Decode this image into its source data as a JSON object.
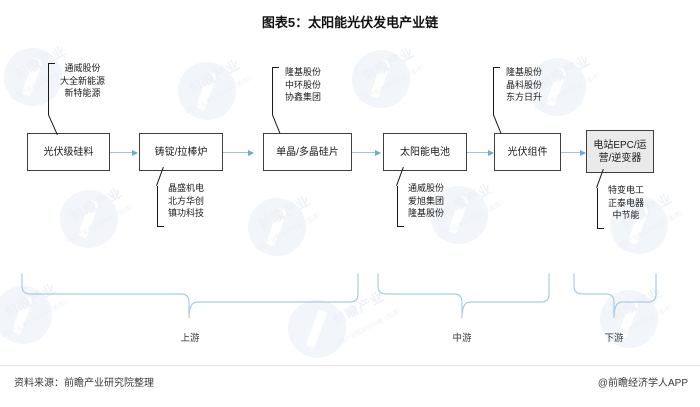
{
  "chart_data": {
    "type": "diagram",
    "title": "图表5：太阳能光伏发电产业链",
    "diagram_kind": "value-chain-flow",
    "nodes": [
      {
        "id": "n1",
        "label": "光伏级硅料",
        "suppliers": [
          "通威股份",
          "大全新能源",
          "新特能源"
        ],
        "callout_side": "top",
        "stage": "上游"
      },
      {
        "id": "n2",
        "label": "铸锭/拉棒炉",
        "suppliers": [
          "晶盛机电",
          "北方华创",
          "镇功科技"
        ],
        "callout_side": "bottom",
        "stage": "上游"
      },
      {
        "id": "n3",
        "label": "单晶/多晶硅片",
        "suppliers": [
          "隆基股份",
          "中环股份",
          "协鑫集团"
        ],
        "callout_side": "top",
        "stage": "上游"
      },
      {
        "id": "n4",
        "label": "太阳能电池",
        "suppliers": [
          "通威股份",
          "爱旭集团",
          "隆基股份"
        ],
        "callout_side": "bottom",
        "stage": "中游"
      },
      {
        "id": "n5",
        "label": "光伏组件",
        "suppliers": [
          "隆基股份",
          "晶科股份",
          "东方日升"
        ],
        "callout_side": "top",
        "stage": "中游"
      },
      {
        "id": "n6",
        "label": "电站EPC/运营/逆变器",
        "suppliers": [
          "特变电工",
          "正泰电器",
          "中节能"
        ],
        "callout_side": "bottom",
        "stage": "下游"
      }
    ],
    "stages": [
      {
        "label": "上游",
        "covers": [
          "光伏级硅料",
          "铸锭/拉棒炉",
          "单晶/多晶硅片"
        ]
      },
      {
        "label": "中游",
        "covers": [
          "太阳能电池",
          "光伏组件"
        ]
      },
      {
        "label": "下游",
        "covers": [
          "电站EPC/运营/逆变器"
        ]
      }
    ],
    "flow": [
      "光伏级硅料",
      "铸锭/拉棒炉",
      "单晶/多晶硅片",
      "太阳能电池",
      "光伏组件",
      "电站EPC/运营/逆变器"
    ],
    "colors": {
      "arrow": "#9dc3e6",
      "box_border": "#3f3f3f",
      "bracket": "#9dc3e6",
      "shaded_box": "#eaeaea",
      "title": "#111111"
    }
  },
  "header": {
    "title": "图表5：太阳能光伏发电产业链"
  },
  "nodes": {
    "n1": {
      "label": "光伏级硅料",
      "s1": "通威股份",
      "s2": "大全新能源",
      "s3": "新特能源"
    },
    "n2": {
      "label": "铸锭/拉棒炉",
      "s1": "晶盛机电",
      "s2": "北方华创",
      "s3": "镇功科技"
    },
    "n3": {
      "label": "单晶/多晶硅片",
      "s1": "隆基股份",
      "s2": "中环股份",
      "s3": "协鑫集团"
    },
    "n4": {
      "label": "太阳能电池",
      "s1": "通威股份",
      "s2": "爱旭集团",
      "s3": "隆基股份"
    },
    "n5": {
      "label": "光伏组件",
      "s1": "隆基股份",
      "s2": "晶科股份",
      "s3": "东方日升"
    },
    "n6": {
      "label": "电站EPC/运营/逆变器",
      "line1": "电站EPC/运",
      "line2": "营/逆变器",
      "s1": "特变电工",
      "s2": "正泰电器",
      "s3": "中节能"
    }
  },
  "stages": {
    "upstream": "上游",
    "midstream": "中游",
    "downstream": "下游"
  },
  "footer": {
    "source": "资料来源：前瞻产业研究院整理",
    "app": "@前瞻经济学人APP"
  },
  "watermark": {
    "brand": "前瞻产业",
    "sub": "中国产业智库领导者（股票）"
  }
}
